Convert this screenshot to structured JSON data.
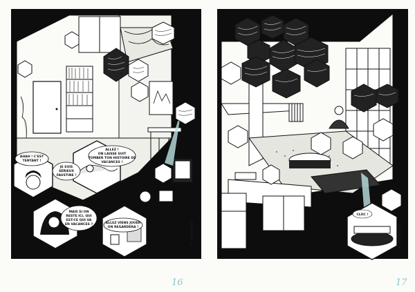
{
  "pages": [
    {
      "number": "16",
      "signature": "P. JEANNEAU",
      "bubbles": [
        {
          "lines": [
            "AHAH ! C'EST",
            "TENTANT !"
          ]
        },
        {
          "lines": [
            "JE SUIS",
            "SÉRIEUX",
            "FAUSTINE !"
          ]
        },
        {
          "lines": [
            "ALLEZ !",
            "ON LAISSE SUIT",
            "TOMBER TON HISTOIRE DE",
            "VACANCES !"
          ]
        },
        {
          "lines": [
            "MAIS SI ON",
            "RESTE ICI, QUI",
            "EST-CE QUI VA",
            "EN VACANCES ?"
          ]
        },
        {
          "lines": [
            "ALLEZ VIENS JOUER",
            "ON REGARDERA !"
          ]
        }
      ]
    },
    {
      "number": "17",
      "signature": "P. JEANNEAU",
      "bubbles": [
        {
          "lines": [
            "CLOC !"
          ]
        }
      ]
    }
  ]
}
